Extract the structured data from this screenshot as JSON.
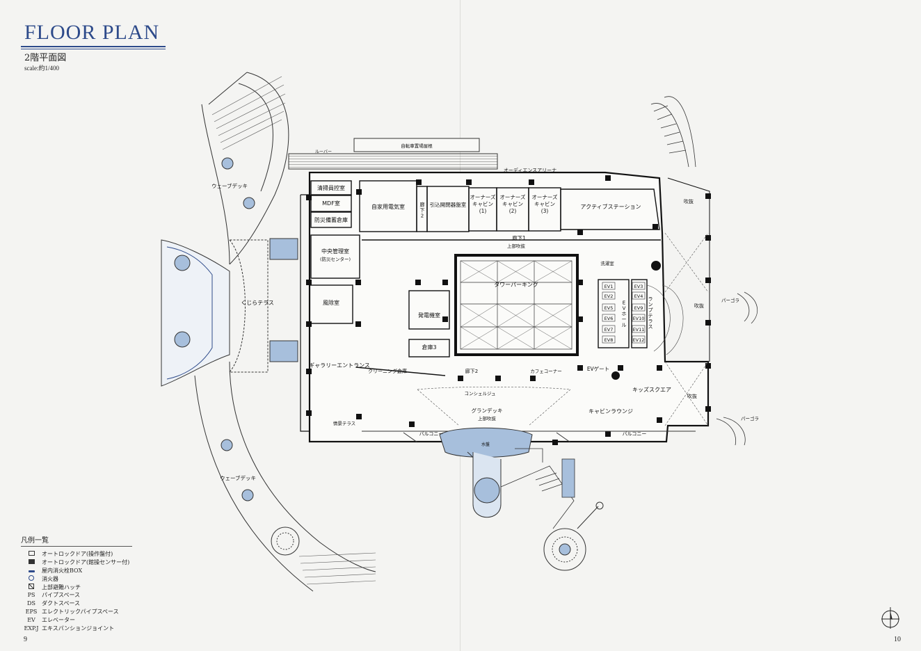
{
  "header": {
    "title": "FLOOR PLAN",
    "subtitle": "2階平面図",
    "scale": "scale:約1/400"
  },
  "pages": {
    "left": "9",
    "right": "10"
  },
  "colors": {
    "accent": "#2d4a8a",
    "water": "#a7bfdc",
    "wall": "#111111"
  },
  "rooms": {
    "cleaning_staff": "清掃員控室",
    "mdf": "MDF室",
    "disaster_storage": "防災備蓄倉庫",
    "central_mgmt": "中央管理室",
    "central_mgmt_sub": "(防災センター)",
    "private_elec": "自家用電気室",
    "corridor2": "廊下2",
    "incoming_equip": "引込開閉器盤室",
    "owners_cabin_1": "オーナーズキャビン(1)",
    "owners_cabin_2": "オーナーズキャビン(2)",
    "owners_cabin_3": "オーナーズキャビン(3)",
    "active_station": "アクティブステーション",
    "corridor1": "廊下1",
    "upper_void": "上部吹抜",
    "tower_parking": "タワーパーキング",
    "generator": "発電機室",
    "storage3": "倉庫3",
    "windbreak": "風除室",
    "gallery_entrance": "ギャラリーエントランス",
    "cleaning_storage": "クリーニング倉庫",
    "corridor2_b": "廊下2",
    "concierge": "コンシェルジュ",
    "cafe_corner": "カフェコーナー",
    "ev_gate": "EVゲート",
    "kids_square": "キッズスクエア",
    "cabin_lounge": "キャビンラウンジ",
    "grand_deck": "グランデッキ",
    "grand_deck_sub": "上部吹抜",
    "balcony": "バルコニー",
    "audience_arena": "オーディエンスアリーナ",
    "bicycle_parking": "自転車置場屋根",
    "louver": "ルーバー",
    "wave_deck": "ウェーブデッキ",
    "kujira_terrace": "くじらテラス",
    "lamp_terrace": "ランプテラス",
    "pergola": "パーゴラ",
    "void": "吹抜",
    "water_surface": "水盤",
    "info_terrace": "情景テラス",
    "wash_room": "洗濯室",
    "ev_hall": "EVホール"
  },
  "elevators": [
    "EV1",
    "EV2",
    "EV3",
    "EV4",
    "EV5",
    "EV6",
    "EV7",
    "EV8",
    "EV9",
    "EV10",
    "EV11",
    "EV12"
  ],
  "legend": {
    "title": "凡例一覧",
    "items": [
      {
        "sym": "",
        "icon": "autolock-door-operable-icon",
        "label": "オートロックドア(操作盤付)"
      },
      {
        "sym": "",
        "icon": "autolock-door-sensor-icon",
        "label": "オートロックドア(館操センサー付)"
      },
      {
        "sym": "",
        "icon": "fire-hydrant-box-icon",
        "label": "屋内消火栓BOX"
      },
      {
        "sym": "",
        "icon": "fire-extinguisher-icon",
        "label": "消火器"
      },
      {
        "sym": "",
        "icon": "evacuation-hatch-icon",
        "label": "上部避難ハッチ"
      },
      {
        "sym": "PS",
        "icon": "",
        "label": "パイプスペース"
      },
      {
        "sym": "DS",
        "icon": "",
        "label": "ダクトスペース"
      },
      {
        "sym": "EPS",
        "icon": "",
        "label": "エレクトリックパイプスペース"
      },
      {
        "sym": "EV",
        "icon": "",
        "label": "エレベーター"
      },
      {
        "sym": "EXP.J",
        "icon": "",
        "label": "エキスパンションジョイント"
      }
    ]
  }
}
